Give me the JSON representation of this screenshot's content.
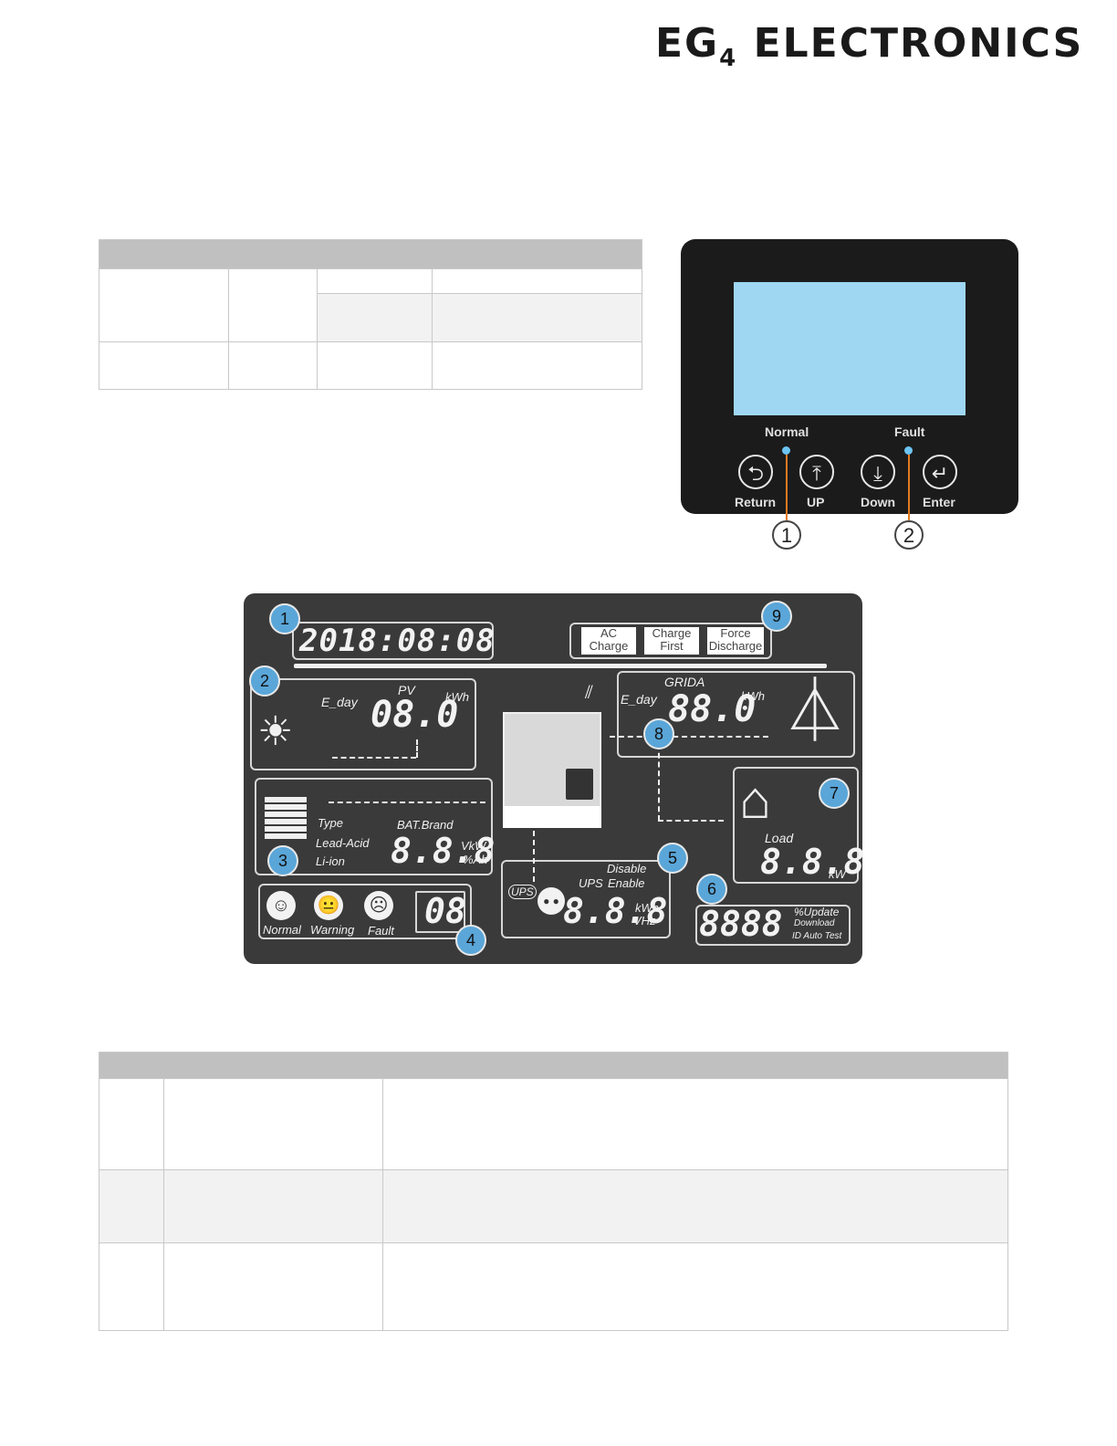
{
  "header": {
    "logo_main": "EG",
    "logo_sub": "4",
    "logo_rest": " ELECTRONICS"
  },
  "panel": {
    "leds": [
      {
        "label": "Normal"
      },
      {
        "label": "Fault"
      }
    ],
    "buttons": [
      {
        "label": "Return",
        "icon": "return-icon",
        "glyph": "⮌"
      },
      {
        "label": "UP",
        "icon": "up-arrow-icon",
        "glyph": "⤒"
      },
      {
        "label": "Down",
        "icon": "down-arrow-icon",
        "glyph": "⤓"
      },
      {
        "label": "Enter",
        "icon": "enter-icon",
        "glyph": "↵"
      }
    ],
    "callouts": [
      "1",
      "2"
    ],
    "colors": {
      "screen": "#9fd7f3",
      "led": "#6cc4f2",
      "lead": "#e07a22"
    }
  },
  "lcd": {
    "datetime": "2018:08:08",
    "modes": [
      {
        "line1": "AC",
        "line2": "Charge"
      },
      {
        "line1": "Charge",
        "line2": "First"
      },
      {
        "line1": "Force",
        "line2": "Discharge"
      }
    ],
    "pv": {
      "title": "PV",
      "label": "E_day",
      "value": "08.0",
      "unit": "kWh"
    },
    "grid": {
      "title": "GRIDA",
      "label": "E_day",
      "value": "88.0",
      "unit": "kWh"
    },
    "battery": {
      "brand": "BAT.Brand",
      "type": "Type",
      "opt1": "Lead-Acid",
      "opt2": "Li-ion",
      "value": "8.8.8",
      "unit1": "VkW",
      "unit2": "%Ah"
    },
    "status": {
      "normal": "Normal",
      "warning": "Warning",
      "fault": "Fault",
      "code": "08"
    },
    "ups": {
      "label": "UPS",
      "disable": "Disable",
      "enable_prefix": "UPS",
      "enable": "Enable",
      "value": "8.8.8",
      "unit1": "kWh",
      "unit2": "VHz"
    },
    "load": {
      "label": "Load",
      "value": "8.8.8",
      "unit": "kW"
    },
    "info": {
      "value": "8888",
      "l1": "%Update",
      "l2": "Download",
      "l3": "ID Auto Test"
    },
    "callouts": [
      "1",
      "2",
      "3",
      "4",
      "5",
      "6",
      "7",
      "8",
      "9"
    ]
  }
}
